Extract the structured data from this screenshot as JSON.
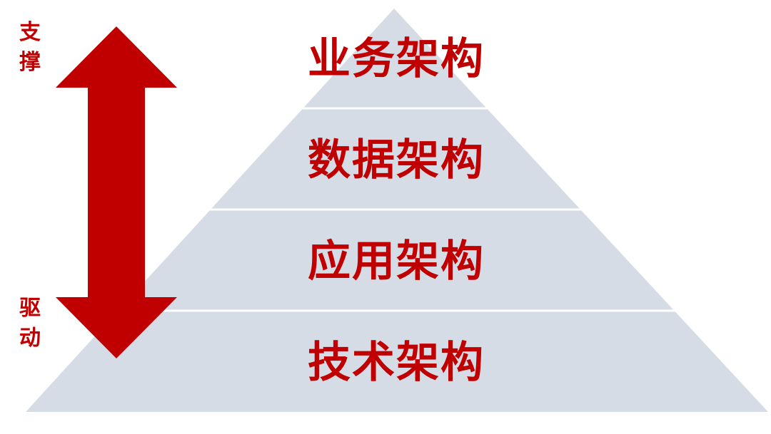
{
  "colors": {
    "pyramid_fill": "#d6dce5",
    "separator": "#ffffff",
    "accent": "#c00000"
  },
  "pyramid": {
    "layers": [
      {
        "label": "业务架构"
      },
      {
        "label": "数据架构"
      },
      {
        "label": "应用架构"
      },
      {
        "label": "技术架构"
      }
    ]
  },
  "arrow": {
    "top_label": [
      "支",
      "撑"
    ],
    "bottom_label": [
      "驱",
      "动"
    ]
  }
}
